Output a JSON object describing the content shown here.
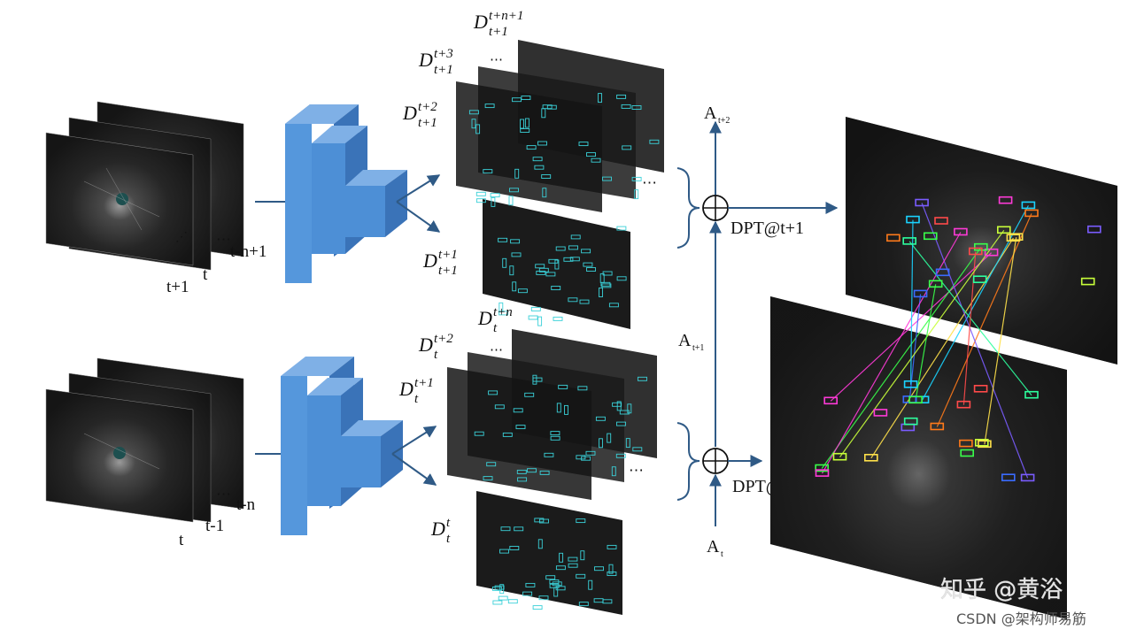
{
  "frame_labels": {
    "top": {
      "front": "t+1",
      "middle": "t",
      "dots": "⋯",
      "back": "t-n+1"
    },
    "bottom": {
      "front": "t",
      "middle": "t-1",
      "dots": "⋯",
      "back": "t-n"
    }
  },
  "detection_labels": {
    "top": [
      {
        "base": "D",
        "sup": "t+n+1",
        "sub": "t+1"
      },
      {
        "base": "D",
        "sup": "t+3",
        "sub": "t+1"
      },
      {
        "base": "D",
        "sup": "t+2",
        "sub": "t+1"
      },
      {
        "base": "D",
        "sup": "t+1",
        "sub": "t+1"
      }
    ],
    "bottom": [
      {
        "base": "D",
        "sup": "t+n",
        "sub": "t"
      },
      {
        "base": "D",
        "sup": "t+2",
        "sub": "t"
      },
      {
        "base": "D",
        "sup": "t+1",
        "sub": "t"
      },
      {
        "base": "D",
        "sup": "t",
        "sub": "t"
      }
    ],
    "stack_dots": "⋯"
  },
  "association": {
    "labels": [
      {
        "base": "A",
        "sub": "t+2"
      },
      {
        "base": "A",
        "sub": "t+1"
      },
      {
        "base": "A",
        "sub": "t"
      }
    ],
    "outputs": [
      "DPT@t+1",
      "DPT@t"
    ],
    "operator": "⊕"
  },
  "watermark": {
    "main": "知乎 @黄浴",
    "sub": "CSDN @架构师易筋"
  },
  "colors": {
    "network_front": "#4d8fd6",
    "network_side": "#3a73b8",
    "network_top": "#7fb0e6",
    "arrow": "#2f5a86",
    "frame_bg": "#1a1a1a",
    "box_cyan": "#3ad0d8"
  }
}
